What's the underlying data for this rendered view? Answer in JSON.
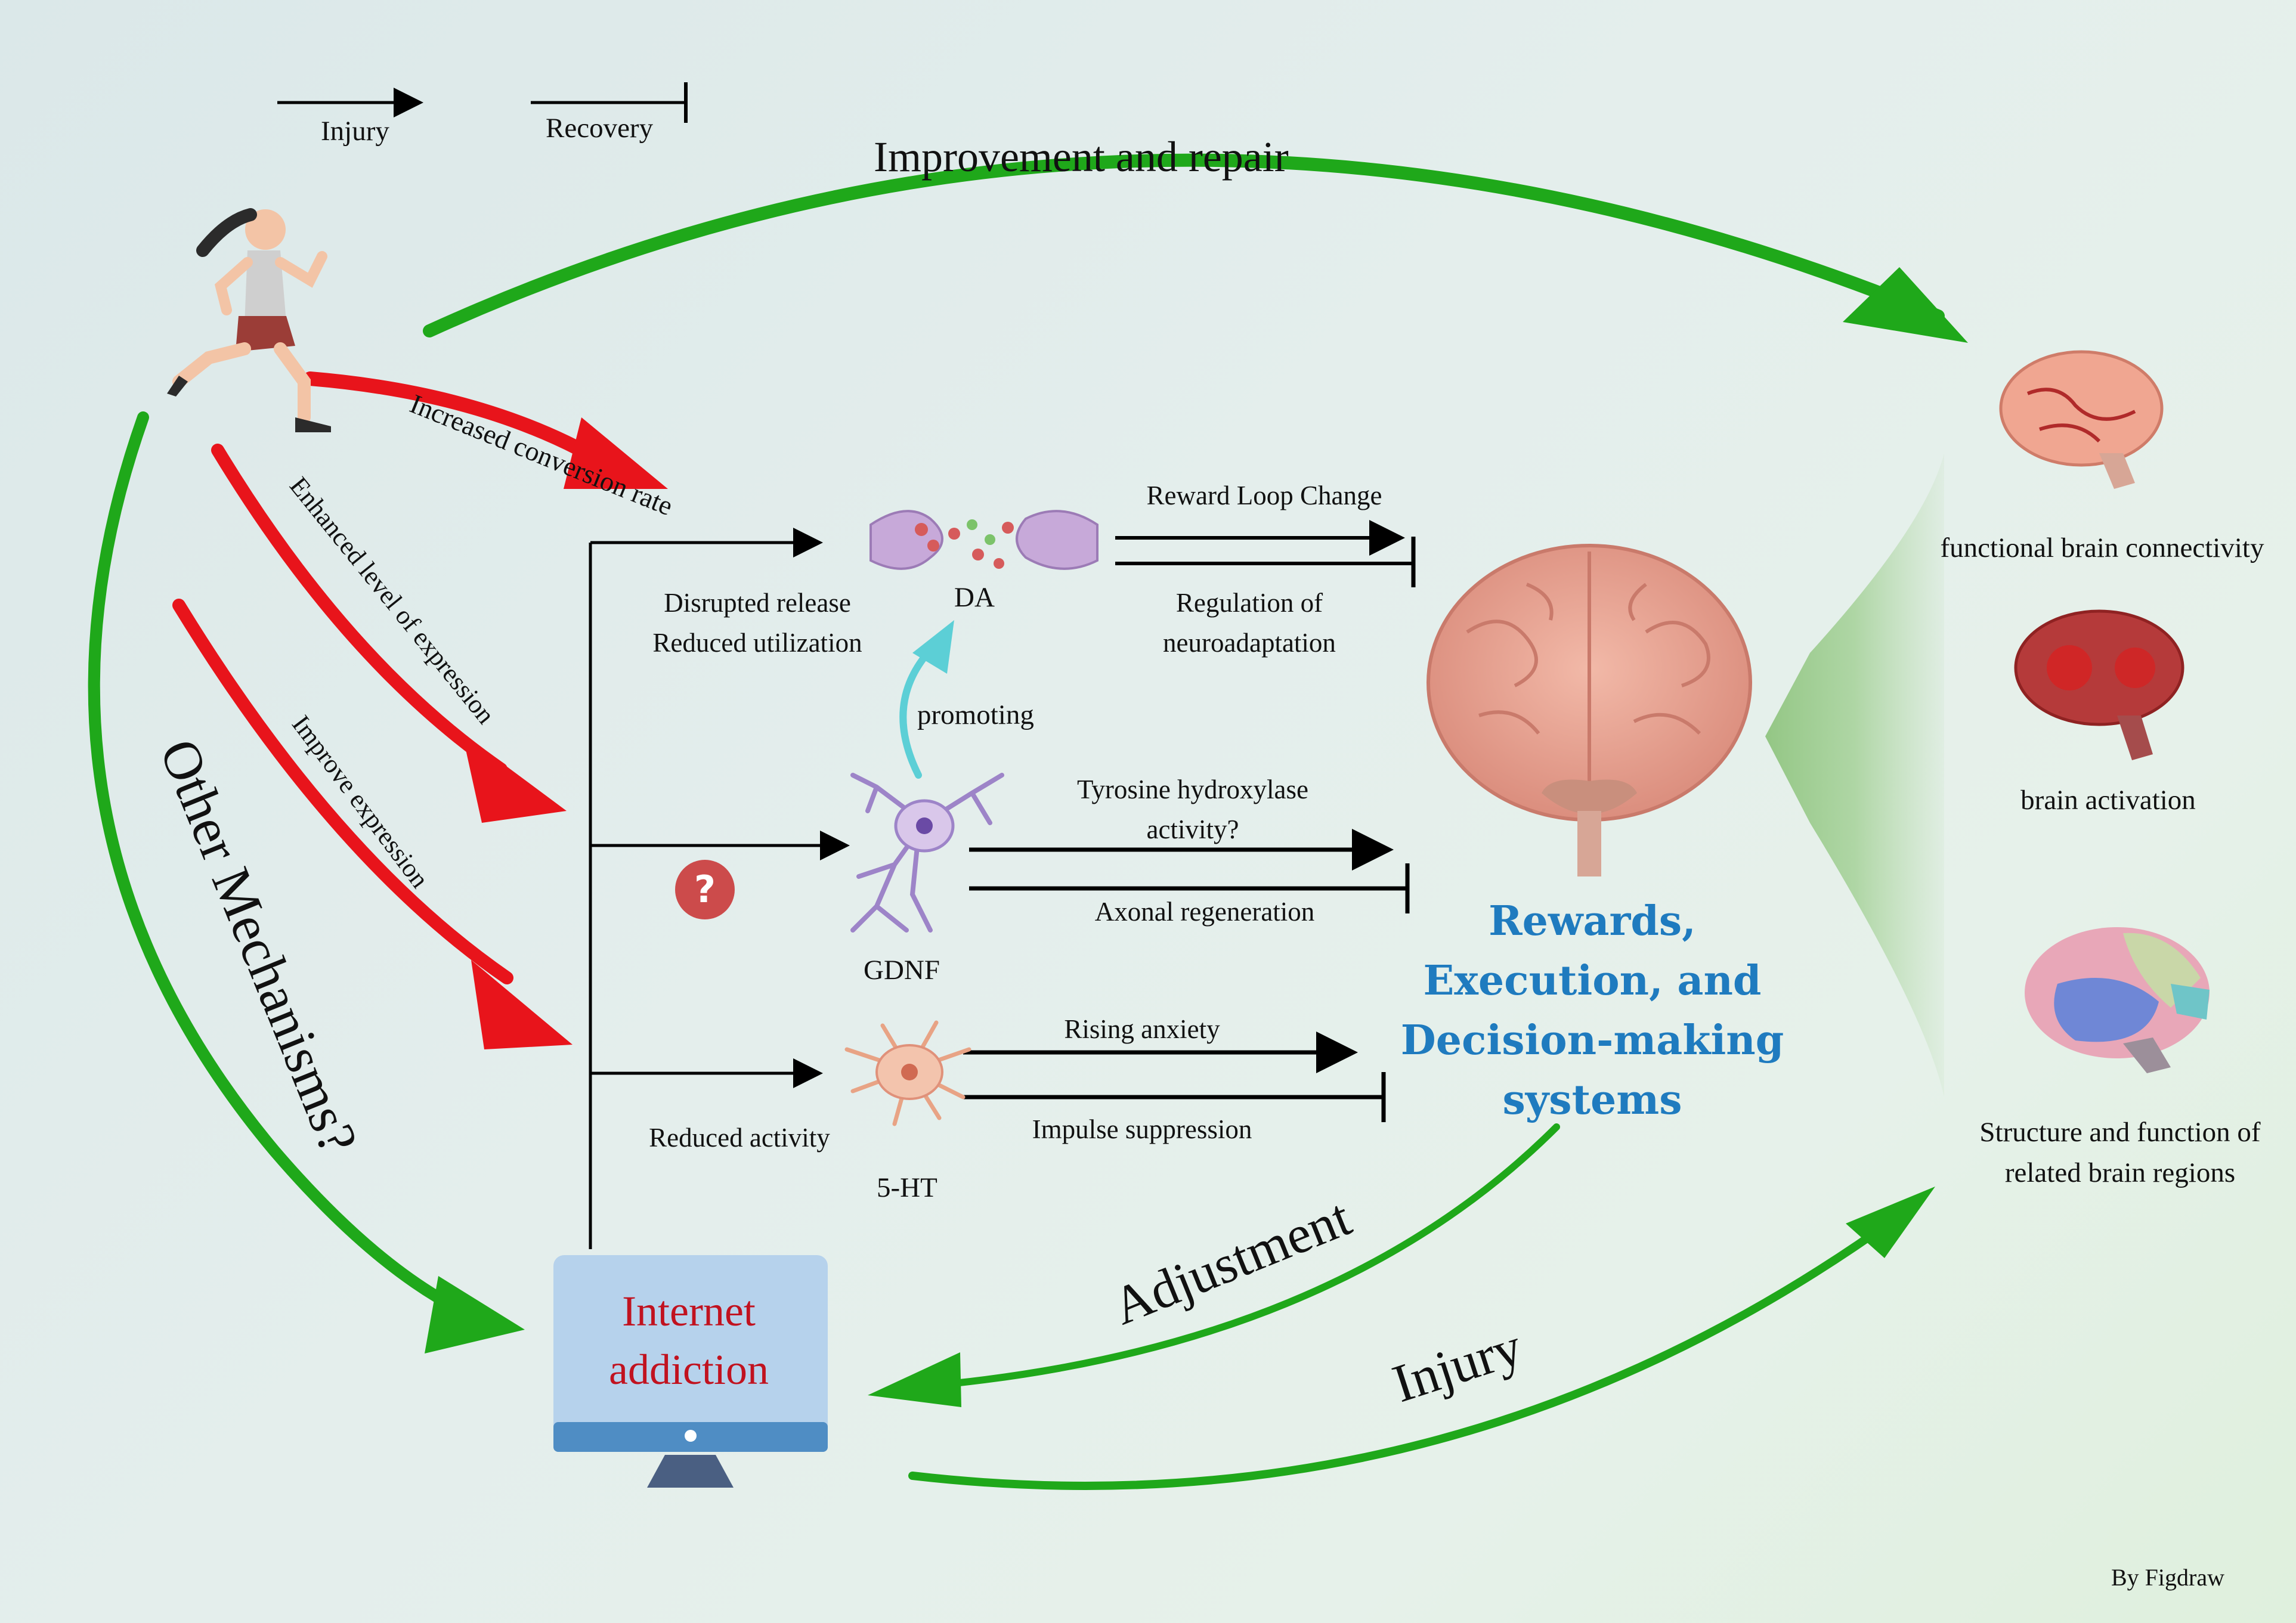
{
  "legend": {
    "injury_label": "Injury",
    "recovery_label": "Recovery"
  },
  "top_arrow_label": "Improvement and repair",
  "exercise_effects": {
    "conversion": "Increased conversion rate",
    "expression_level": "Enhanced level of expression",
    "improve_expression": "Improve expression"
  },
  "other_mechanisms": "Other Mechanisms?",
  "dopamine": {
    "name": "DA",
    "effects_line1": "Disrupted release",
    "effects_line2": "Reduced utilization",
    "injury_effect": "Reward Loop Change",
    "recovery_line1": "Regulation of",
    "recovery_line2": "neuroadaptation"
  },
  "promoting_label": "promoting",
  "gdnf": {
    "name": "GDNF",
    "injury_line1": "Tyrosine hydroxylase",
    "injury_line2": "activity?",
    "recovery_effect": "Axonal regeneration",
    "unknown_mark": "?"
  },
  "serotonin": {
    "name": "5-HT",
    "effect": "Reduced activity",
    "injury_effect": "Rising anxiety",
    "recovery_effect": "Impulse suppression"
  },
  "core_system": {
    "line1": "Rewards,",
    "line2": "Execution, and",
    "line3": "Decision-making",
    "line4": "systems"
  },
  "internet_addiction": {
    "line1": "Internet",
    "line2": "addiction"
  },
  "adjustment_label": "Adjustment",
  "injury_bottom_label": "Injury",
  "brain_outcomes": {
    "connectivity": "functional brain connectivity",
    "activation": "brain activation",
    "structure_line1": "Structure and function of",
    "structure_line2": "related brain regions"
  },
  "credit": "By Figdraw",
  "colors": {
    "accent_blue": "#1f7bbf",
    "addiction_red": "#c1121f",
    "injury_arrow_red": "#e8141b",
    "repair_green": "#1fa81a",
    "question_badge": "#cc4b4b"
  }
}
